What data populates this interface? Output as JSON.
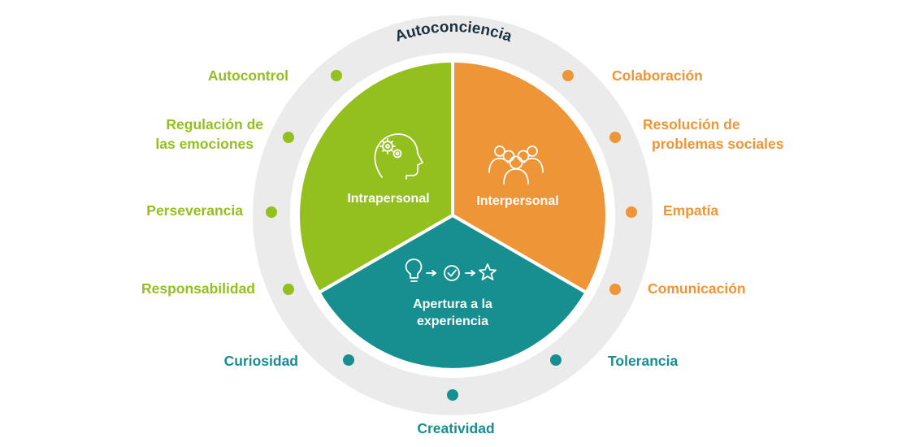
{
  "colors": {
    "green": "#93c01f",
    "orange": "#ee9537",
    "teal": "#178e90",
    "ring": "#ebebeb",
    "navy": "#1b3140"
  },
  "ring_label": "Autoconciencia",
  "segments": {
    "intrapersonal": {
      "title": "Intrapersonal",
      "icon": "head-gears-icon"
    },
    "interpersonal": {
      "title": "Interpersonal",
      "icon": "group-people-icon"
    },
    "openness": {
      "title_line1": "Apertura a la",
      "title_line2": "experiencia",
      "icon": "idea-check-star-icon"
    }
  },
  "skills": {
    "autocontrol": "Autocontrol",
    "regulacion_1": "Regulación de",
    "regulacion_2": "las emociones",
    "perseverancia": "Perseverancia",
    "responsabilidad": "Responsabilidad",
    "curiosidad": "Curiosidad",
    "creatividad": "Creatividad",
    "tolerancia": "Tolerancia",
    "comunicacion": "Comunicación",
    "empatia": "Empatía",
    "resolucion_1": "Resolución de",
    "resolucion_2": "problemas sociales",
    "colaboracion": "Colaboración"
  }
}
